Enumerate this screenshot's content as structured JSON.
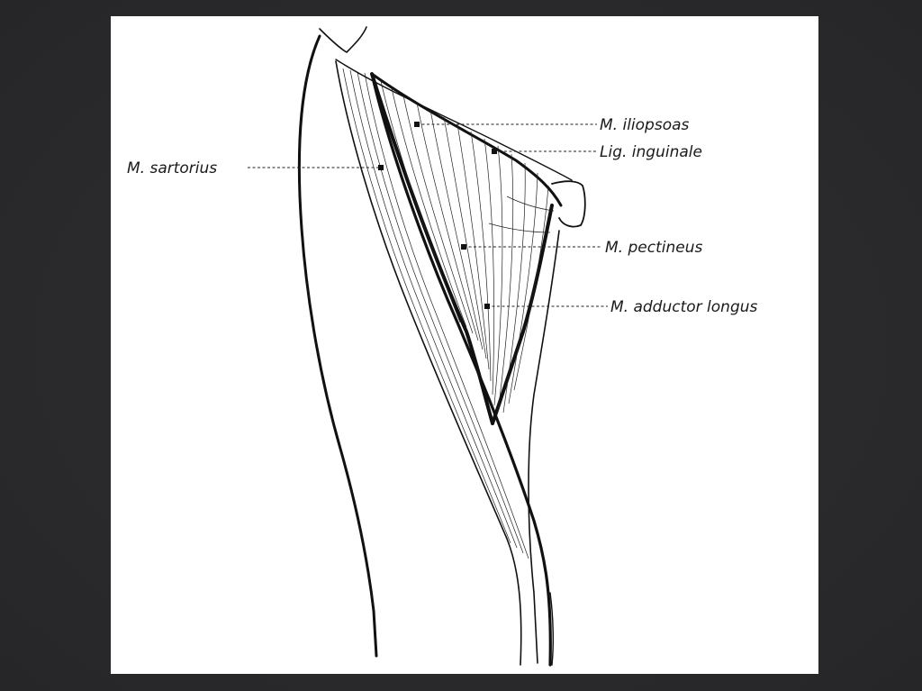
{
  "figure": {
    "labels": {
      "iliopsoas": "M. iliopsoas",
      "inguinale": "Lig. inguinale",
      "sartorius": "M. sartorius",
      "pectineus": "M. pectineus",
      "adductor": "M. adductor longus"
    }
  }
}
